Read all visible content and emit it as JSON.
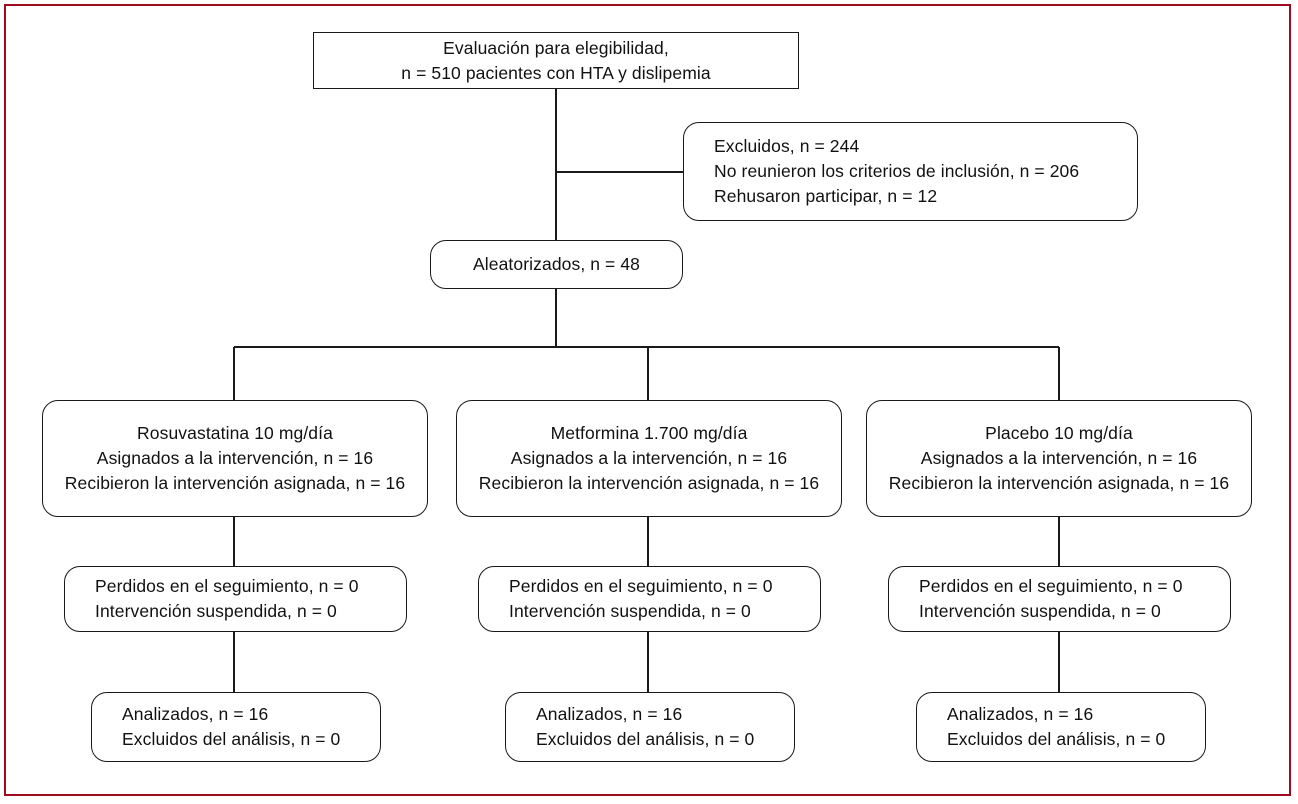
{
  "figure": {
    "type": "CONSORT participant flow diagram",
    "language": "es",
    "frame_color": "#9e0b1a",
    "box_border_color": "#1a1a1a",
    "text_color": "#111111",
    "background": "#ffffff"
  },
  "nodes": {
    "enrollment": {
      "name": "evaluacion-elegibilidad",
      "shape": "rectangle",
      "align": "center",
      "lines": [
        "Evaluación para elegibilidad,",
        "n = 510 pacientes con HTA y dislipemia"
      ]
    },
    "excluded": {
      "name": "excluidos",
      "shape": "rounded",
      "align": "left",
      "lines": [
        "Excluidos, n = 244",
        "No reunieron los criterios de inclusión, n = 206",
        "Rehusaron participar, n = 12"
      ]
    },
    "randomized": {
      "name": "aleatorizados",
      "shape": "rounded",
      "align": "center",
      "lines": [
        "Aleatorizados, n = 48"
      ]
    },
    "arm_left": {
      "name": "rosuvastatina-arm",
      "shape": "rounded",
      "align": "center",
      "lines": [
        "Rosuvastatina 10 mg/día",
        "Asignados a la intervención, n = 16",
        "Recibieron la intervención asignada, n = 16"
      ]
    },
    "arm_middle": {
      "name": "metformina-arm",
      "shape": "rounded",
      "align": "center",
      "lines": [
        "Metformina 1.700 mg/día",
        "Asignados a la intervención, n = 16",
        "Recibieron la intervención asignada, n = 16"
      ]
    },
    "arm_right": {
      "name": "placebo-arm",
      "shape": "rounded",
      "align": "center",
      "lines": [
        "Placebo 10 mg/día",
        "Asignados a la intervención, n = 16",
        "Recibieron la intervención asignada, n = 16"
      ]
    },
    "followup_left": {
      "name": "seguimiento-rosuvastatina",
      "shape": "rounded",
      "align": "left",
      "lines": [
        "Perdidos en el seguimiento, n = 0",
        "Intervención suspendida, n = 0"
      ]
    },
    "followup_middle": {
      "name": "seguimiento-metformina",
      "shape": "rounded",
      "align": "left",
      "lines": [
        "Perdidos en el seguimiento, n = 0",
        "Intervención suspendida, n = 0"
      ]
    },
    "followup_right": {
      "name": "seguimiento-placebo",
      "shape": "rounded",
      "align": "left",
      "lines": [
        "Perdidos en el seguimiento, n = 0",
        "Intervención suspendida, n = 0"
      ]
    },
    "analysis_left": {
      "name": "analisis-rosuvastatina",
      "shape": "rounded",
      "align": "left",
      "lines": [
        "Analizados, n = 16",
        "Excluidos del análisis, n = 0"
      ]
    },
    "analysis_middle": {
      "name": "analisis-metformina",
      "shape": "rounded",
      "align": "left",
      "lines": [
        "Analizados, n = 16",
        "Excluidos del análisis, n = 0"
      ]
    },
    "analysis_right": {
      "name": "analisis-placebo",
      "shape": "rounded",
      "align": "left",
      "lines": [
        "Analizados, n = 16",
        "Excluidos del análisis, n = 0"
      ]
    }
  },
  "chart_data": {
    "type": "diagram",
    "title": "Evaluación para elegibilidad",
    "flow": [
      {
        "stage": "Elegibilidad evaluada",
        "n": 510
      },
      {
        "stage": "Excluidos",
        "n": 244
      },
      {
        "stage": "No reunieron los criterios de inclusión",
        "n": 206
      },
      {
        "stage": "Rehusaron participar",
        "n": 12
      },
      {
        "stage": "Aleatorizados",
        "n": 48
      },
      {
        "stage": "Rosuvastatina 10 mg/día asignados",
        "n": 16
      },
      {
        "stage": "Metformina 1.700 mg/día asignados",
        "n": 16
      },
      {
        "stage": "Placebo 10 mg/día asignados",
        "n": 16
      },
      {
        "stage": "Analizados por rama",
        "n": 16
      }
    ]
  }
}
